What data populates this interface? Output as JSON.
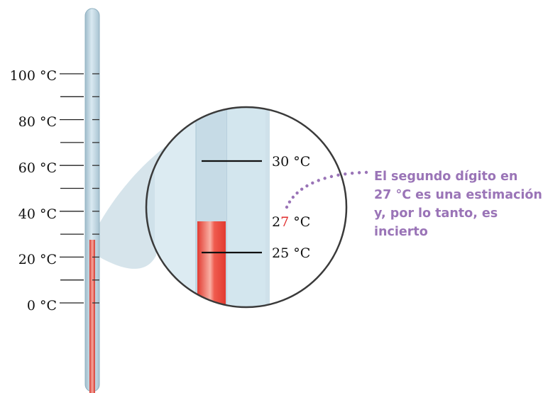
{
  "thermometer": {
    "scale_labels": [
      "100 °C",
      "80 °C",
      "60 °C",
      "40 °C",
      "20 °C",
      "0 °C"
    ]
  },
  "magnifier": {
    "label_30": "30 °C",
    "label_25": "25 °C",
    "reading": {
      "first_digit": "2",
      "second_digit": "7",
      "unit": " °C"
    },
    "reading_value_c": 27
  },
  "annotation": {
    "lines": [
      "El segundo dígito en",
      "27 °C es una estimación",
      "y, por lo tanto, es",
      "incierto"
    ]
  },
  "colors": {
    "glass": "#c8dce6",
    "liquid": "#e6453c",
    "annotation": "#9a74b7"
  }
}
